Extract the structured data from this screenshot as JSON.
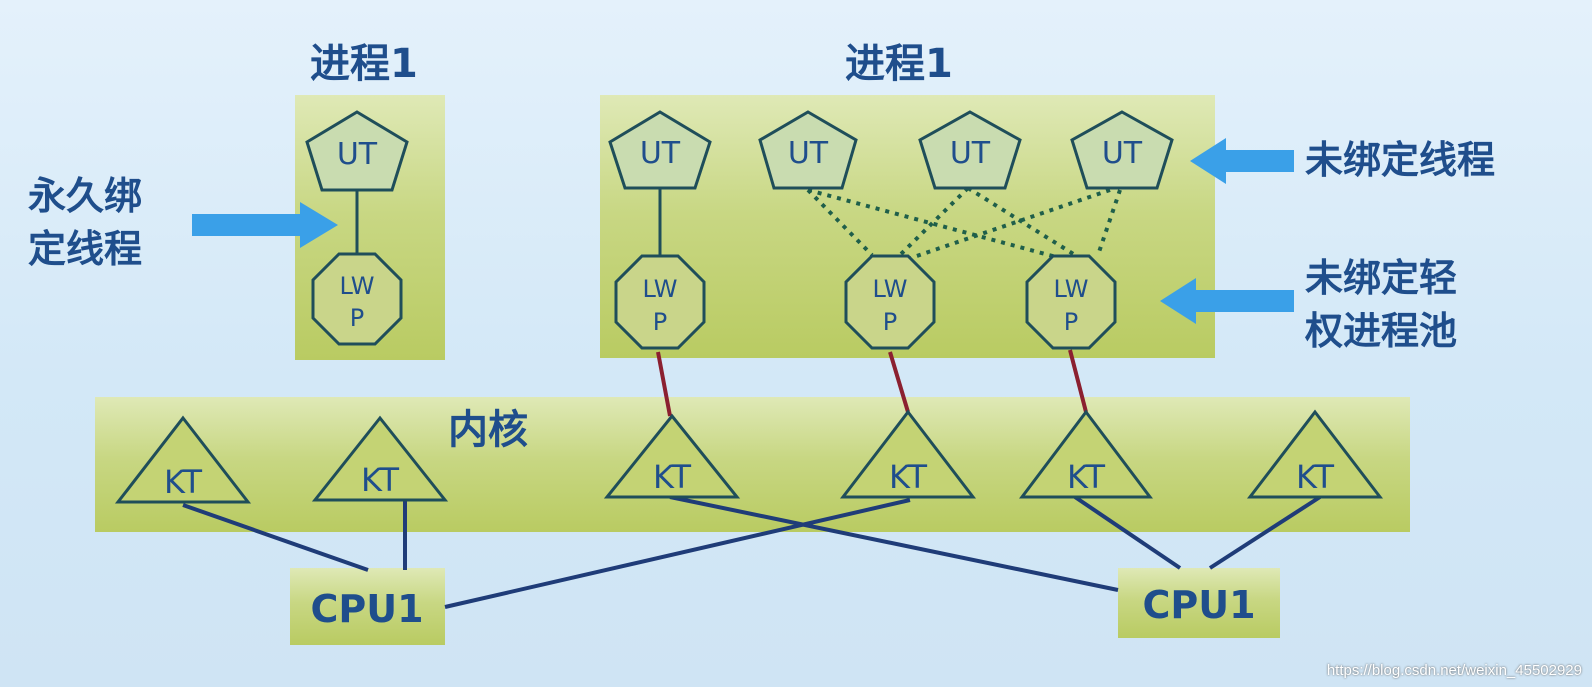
{
  "process_left": {
    "title": "进程1"
  },
  "process_right": {
    "title": "进程1"
  },
  "kernel": {
    "title": "内核"
  },
  "labels": {
    "bound": [
      "永久绑",
      "定线程"
    ],
    "unbound_thread": "未绑定线程",
    "unbound_lwp": [
      "未绑定轻",
      "权进程池"
    ]
  },
  "nodes": {
    "ut": "UT",
    "lwp": [
      "LW",
      "P"
    ],
    "kt": "KT",
    "cpu": "CPU1"
  },
  "colors": {
    "text": "#1f4e8c",
    "arrow": "#3aa0e8",
    "link": "#8b2030",
    "cpu_line": "#1f3c78"
  },
  "watermark": "https://blog.csdn.net/weixin_45502929"
}
